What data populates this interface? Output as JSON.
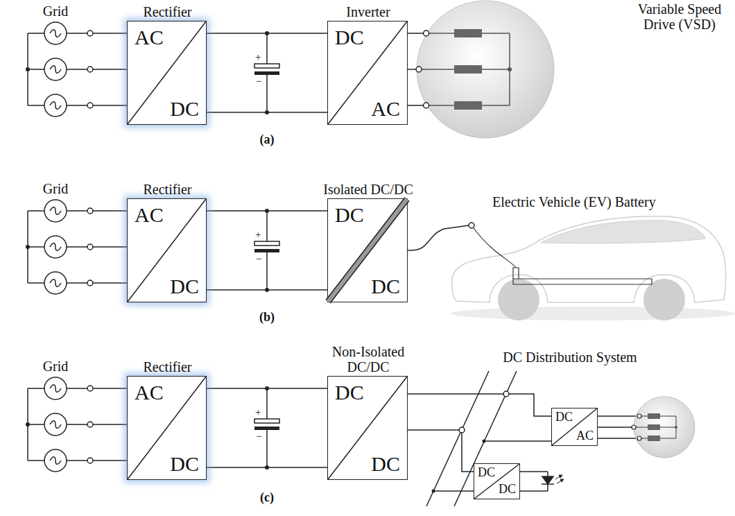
{
  "diagram": {
    "nodes": [
      {
        "text": [
          "Rectifier",
          "AC",
          "DC"
        ]
      },
      {
        "text": [
          "Inverter",
          "DC",
          "AC"
        ]
      },
      {
        "text": [
          "Variable Speed Drive (VSD)"
        ]
      },
      {
        "text": [
          "Rectifier",
          "AC",
          "DC"
        ]
      },
      {
        "text": [
          "Isolated DC/DC",
          "DC",
          "DC"
        ]
      },
      {
        "text": [
          "Electric Vehicle (EV) Battery"
        ]
      },
      {
        "text": [
          "Rectifier",
          "AC",
          "DC"
        ]
      },
      {
        "text": [
          "Non-Isolated DC/DC",
          "DC",
          "DC"
        ]
      },
      {
        "text": [
          "DC",
          "AC"
        ]
      },
      {
        "text": [
          "DC",
          "DC"
        ]
      }
    ],
    "edges": [
      {
        "from": 0,
        "to": 1,
        "arrow": "none"
      },
      {
        "from": 1,
        "to": 2,
        "arrow": "none"
      },
      {
        "from": 3,
        "to": 4,
        "arrow": "none"
      },
      {
        "from": 4,
        "to": 5,
        "arrow": "none"
      },
      {
        "from": 6,
        "to": 7,
        "arrow": "none"
      },
      {
        "from": 7,
        "to": 8,
        "arrow": "none"
      },
      {
        "from": 7,
        "to": 9,
        "arrow": "none"
      }
    ],
    "labels": [
      "Grid",
      "+",
      "−",
      "(a)",
      "Grid",
      "+",
      "−",
      "(b)",
      "Grid",
      "+",
      "−",
      "DC Distribution System",
      "(c)"
    ]
  }
}
